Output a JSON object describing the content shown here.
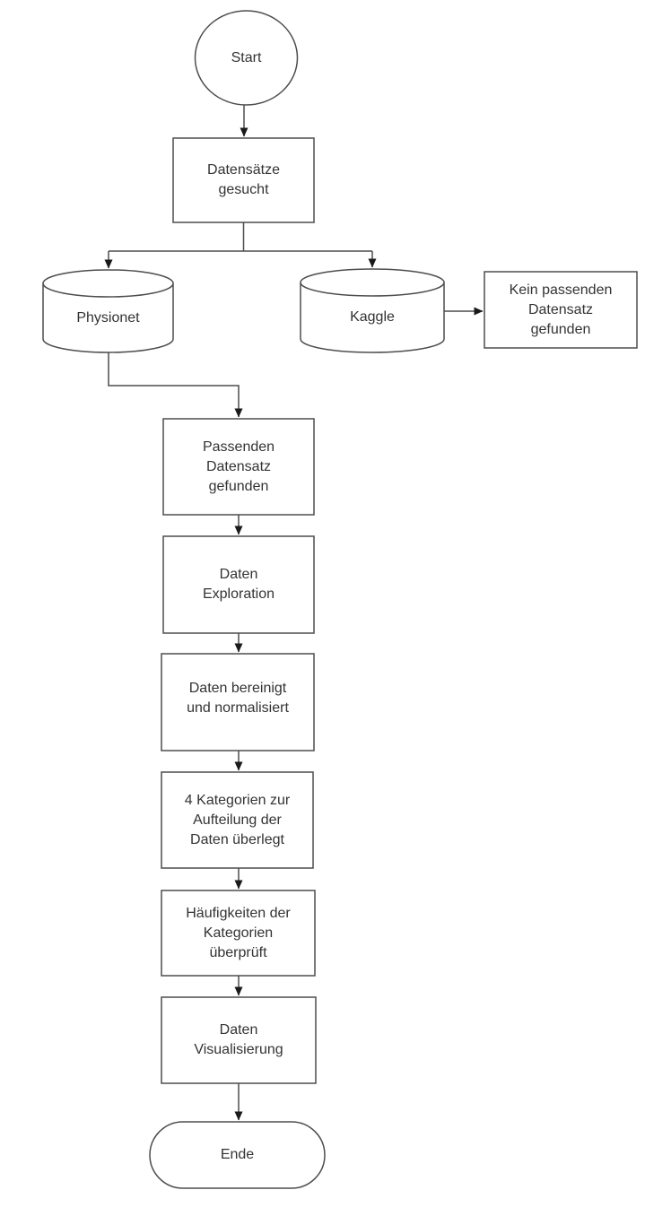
{
  "diagram": {
    "type": "flowchart",
    "language": "de",
    "colors": {
      "background": "#ffffff",
      "shape_fill": "#ffffff",
      "shape_stroke": "#4d4d4d",
      "arrowhead_fill": "#1a1a1a",
      "text": "#333333"
    },
    "nodes": {
      "start": {
        "type": "terminator-circle",
        "label": "Start"
      },
      "search": {
        "type": "process",
        "label": "Datensätze\ngesucht"
      },
      "physionet": {
        "type": "database-cylinder",
        "label": "Physionet"
      },
      "kaggle": {
        "type": "database-cylinder",
        "label": "Kaggle"
      },
      "no_dataset": {
        "type": "process",
        "label": "Kein passenden\nDatensatz\ngefunden"
      },
      "dataset_found": {
        "type": "process",
        "label": "Passenden\nDatensatz\ngefunden"
      },
      "exploration": {
        "type": "process",
        "label": "Daten\nExploration"
      },
      "cleaning": {
        "type": "process",
        "label": "Daten bereinigt\nund normalisiert"
      },
      "categories": {
        "type": "process",
        "label": "4 Kategorien zur\nAufteilung der\nDaten überlegt"
      },
      "frequencies": {
        "type": "process",
        "label": "Häufigkeiten der\nKategorien\nüberprüft"
      },
      "visualization": {
        "type": "process",
        "label": "Daten\nVisualisierung"
      },
      "end": {
        "type": "terminator-stadium",
        "label": "Ende"
      }
    },
    "edges": [
      {
        "from": "start",
        "to": "search"
      },
      {
        "from": "search",
        "to": "physionet"
      },
      {
        "from": "search",
        "to": "kaggle"
      },
      {
        "from": "kaggle",
        "to": "no_dataset"
      },
      {
        "from": "physionet",
        "to": "dataset_found"
      },
      {
        "from": "dataset_found",
        "to": "exploration"
      },
      {
        "from": "exploration",
        "to": "cleaning"
      },
      {
        "from": "cleaning",
        "to": "categories"
      },
      {
        "from": "categories",
        "to": "frequencies"
      },
      {
        "from": "frequencies",
        "to": "visualization"
      },
      {
        "from": "visualization",
        "to": "end"
      }
    ]
  }
}
